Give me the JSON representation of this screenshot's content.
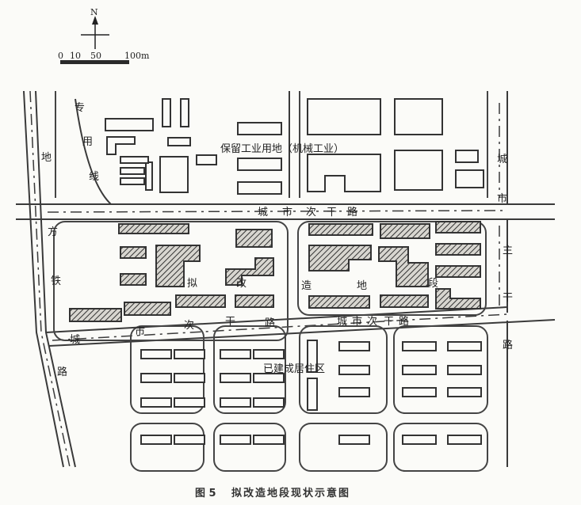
{
  "compass": {
    "north_label": "N"
  },
  "scale_bar": {
    "ticks": [
      "0",
      "10",
      "50",
      "100m"
    ]
  },
  "labels": {
    "railway_spur": "专用线",
    "industrial_land": "保留工业用地（机械工业）",
    "secondary_road_north": "城市次干路",
    "secondary_road_south_left": "城市次干路",
    "secondary_road_south_right": "城市次干路",
    "main_road": "城市主干路",
    "local_railway": "地方铁路",
    "redevelopment_site": "拟改造地段",
    "residential_area": "已建成居住区"
  },
  "caption": {
    "figure_number": "图 5",
    "title": "拟改造地段现状示意图"
  }
}
